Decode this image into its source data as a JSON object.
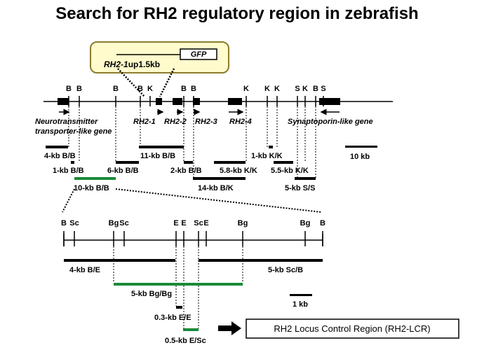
{
  "title": "Search for RH2 regulatory region in zebrafish",
  "construct": {
    "label_italic": "RH2-1",
    "label_rest": "up1.5kb",
    "reporter": "GFP"
  },
  "locus": {
    "sites": [
      "B",
      "B",
      "B",
      "B",
      "K",
      "B",
      "B",
      "K",
      "K",
      "K",
      "S",
      "K",
      "B",
      "S"
    ],
    "genes": {
      "neurotransmitter": [
        "Neurotransmitter",
        "transporter-like gene"
      ],
      "rh2_1": "RH2-1",
      "rh2_2": "RH2-2",
      "rh2_3": "RH2-3",
      "rh2_4": "RH2-4",
      "synaptoporin": "Synaptoporin-like gene"
    },
    "fragments": {
      "f4kb": "4-kb B/B",
      "f11kb": "11-kb B/B",
      "f1kb_kk": "1-kb K/K",
      "f1kb_bb": "1-kb B/B",
      "f6kb": "6-kb B/B",
      "f2kb": "2-kb B/B",
      "f58kb": "5.8-kb K/K",
      "f55kb": "5.5-kb K/K",
      "f10kb": "10-kb B/B",
      "f14kb": "14-kb B/K",
      "f5kb_ss": "5-kb S/S"
    },
    "scale": "10 kb"
  },
  "zoom": {
    "sites": [
      "B",
      "Sc",
      "Bg",
      "Sc",
      "E",
      "E",
      "Sc",
      "E",
      "Bg",
      "Bg",
      "B"
    ],
    "fragments": {
      "f4kb_be": "4-kb B/E",
      "f5kb_scb": "5-kb Sc/B",
      "f5kb_bgbg": "5-kb Bg/Bg",
      "f03kb": "0.3-kb E/E",
      "f05kb": "0.5-kb E/Sc"
    },
    "scale": "1 kb"
  },
  "lcr_label": "RH2 Locus Control Region (RH2-LCR)",
  "colors": {
    "green_fragment": "#1a8a3a",
    "construct_fill": "#fffbcc",
    "construct_border": "#8a7d2e"
  }
}
